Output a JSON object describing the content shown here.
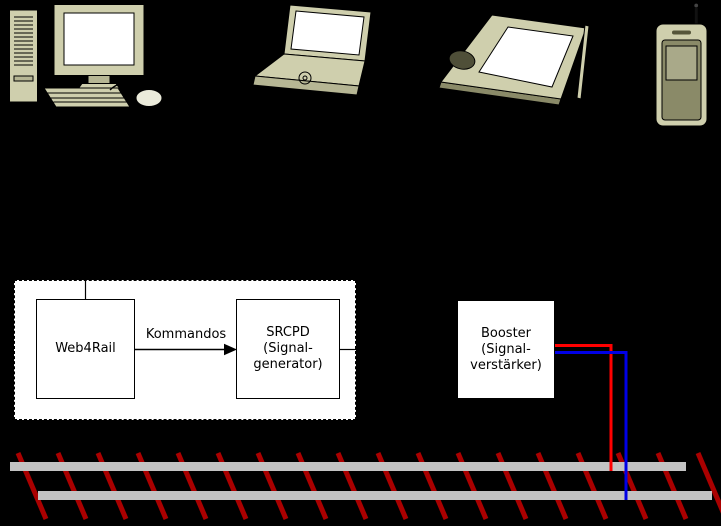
{
  "colors": {
    "bg": "#000000",
    "box-bg": "#ffffff",
    "box-border": "#000000",
    "wire-red": "#ff0000",
    "wire-blue": "#0000e6",
    "tie-red": "#aa0000",
    "rail-gray": "#c3c3c3",
    "device-beige": "#cfcfad",
    "device-beige-light": "#ebebdb",
    "device-beige-mid": "#b6b694",
    "device-olive": "#8a8a68",
    "device-dark": "#4f4f38"
  },
  "devices": {
    "desktop": "desktop-computer",
    "laptop": "laptop",
    "touchpad": "touchpad",
    "phone": "mobile-phone"
  },
  "diagram": {
    "web4rail": {
      "label": "Web4Rail"
    },
    "arrow_label": "Kommandos",
    "srcpd": {
      "lines": [
        "SRCPD",
        "(Signal-",
        "generator)"
      ]
    },
    "booster": {
      "lines": [
        "Booster",
        "(Signal-",
        "verstärker)"
      ]
    }
  }
}
